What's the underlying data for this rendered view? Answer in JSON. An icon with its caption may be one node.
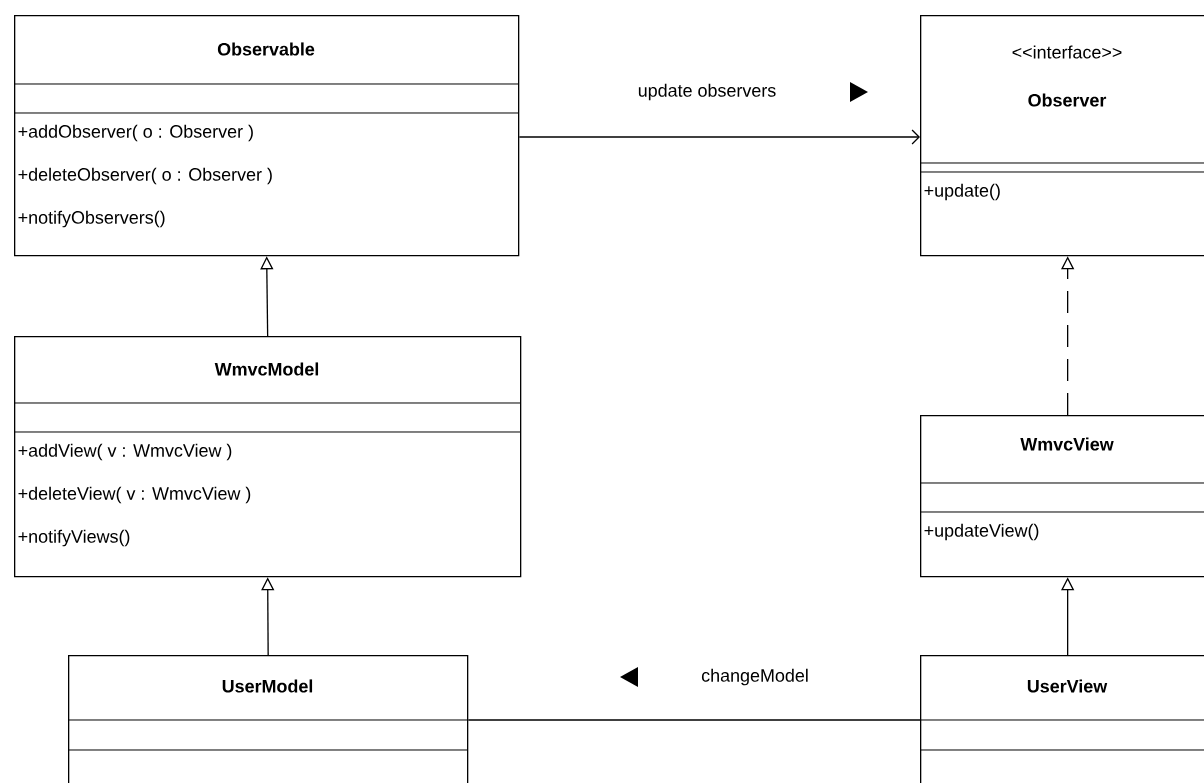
{
  "diagram": {
    "nodes": [
      {
        "text": [
          "Observable",
          "+addObserver( o : Observer )",
          "+deleteObserver( o : Observer )",
          "+notifyObservers()"
        ]
      },
      {
        "text": [
          "<<interface>>",
          "Observer",
          "+update()"
        ]
      },
      {
        "text": [
          "WmvcModel",
          "+addView( v : WmvcView )",
          "+deleteView( v : WmvcView )",
          "+notifyViews()"
        ]
      },
      {
        "text": [
          "WmvcView",
          "+updateView()"
        ]
      },
      {
        "text": [
          "UserModel"
        ]
      },
      {
        "text": [
          "UserView"
        ]
      }
    ],
    "edges": [
      {
        "from": 0,
        "to": 1,
        "arrow": "to",
        "label": "update observers"
      },
      {
        "from": 2,
        "to": 0,
        "arrow": "to"
      },
      {
        "from": 4,
        "to": 2,
        "arrow": "to"
      },
      {
        "from": 3,
        "to": 1,
        "arrow": "to",
        "style": "dashed"
      },
      {
        "from": 5,
        "to": 3,
        "arrow": "to"
      },
      {
        "from": 5,
        "to": 4,
        "arrow": "none",
        "label": "changeModel"
      }
    ]
  }
}
